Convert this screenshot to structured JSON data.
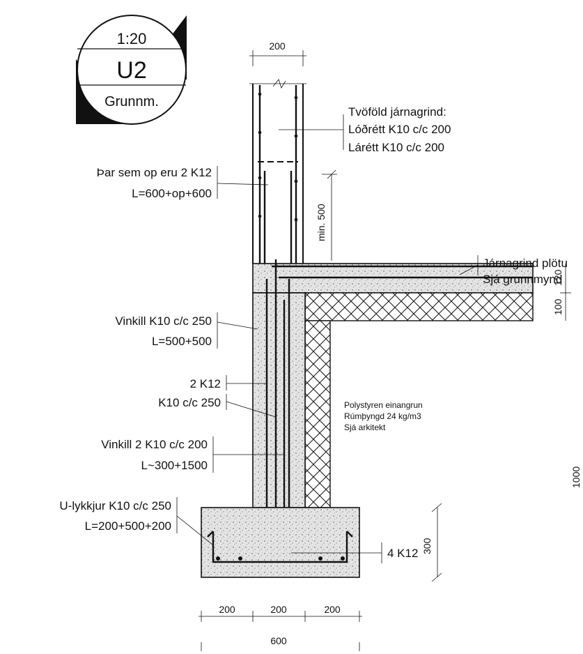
{
  "title_block": {
    "scale": "1:20",
    "detail_id": "U2",
    "section": "Grunnm."
  },
  "wall_width": "200",
  "labels": {
    "double_rebar_title": "Tvöföld járnagrind:",
    "vertical": "Lóðrétt K10 c/c 200",
    "horizontal": "Lárétt K10 c/c 200",
    "openings_line1": "Þar sem op eru 2 K12",
    "openings_line2": "L=600+op+600",
    "min_length": "min. 500",
    "slab_rebar_line1": "Járnagrind plötu",
    "slab_rebar_line2": "Sjá grunnmynd",
    "angle1_line1": "Vinkill K10 c/c 250",
    "angle1_line2": "L=500+500",
    "dim_120": "120",
    "dim_100": "100",
    "bars_2k12": "2 K12",
    "k10_250": "K10 c/c 250",
    "insulation_line1": "Polystyren einangrun",
    "insulation_line2": "Rúmþyngd 24 kg/m3",
    "insulation_line3": "Sjá arkitekt",
    "angle2_line1": "Vinkill 2 K10 c/c 200",
    "angle2_line2": "L~300+1500",
    "dim_1000": "1000",
    "u_loop_line1": "U-lykkjur K10 c/c 250",
    "u_loop_line2": "L=200+500+200",
    "bars_4k12": "4 K12",
    "dim_300": "300",
    "footing_dims": [
      "200",
      "200",
      "200"
    ],
    "footing_total": "600"
  }
}
